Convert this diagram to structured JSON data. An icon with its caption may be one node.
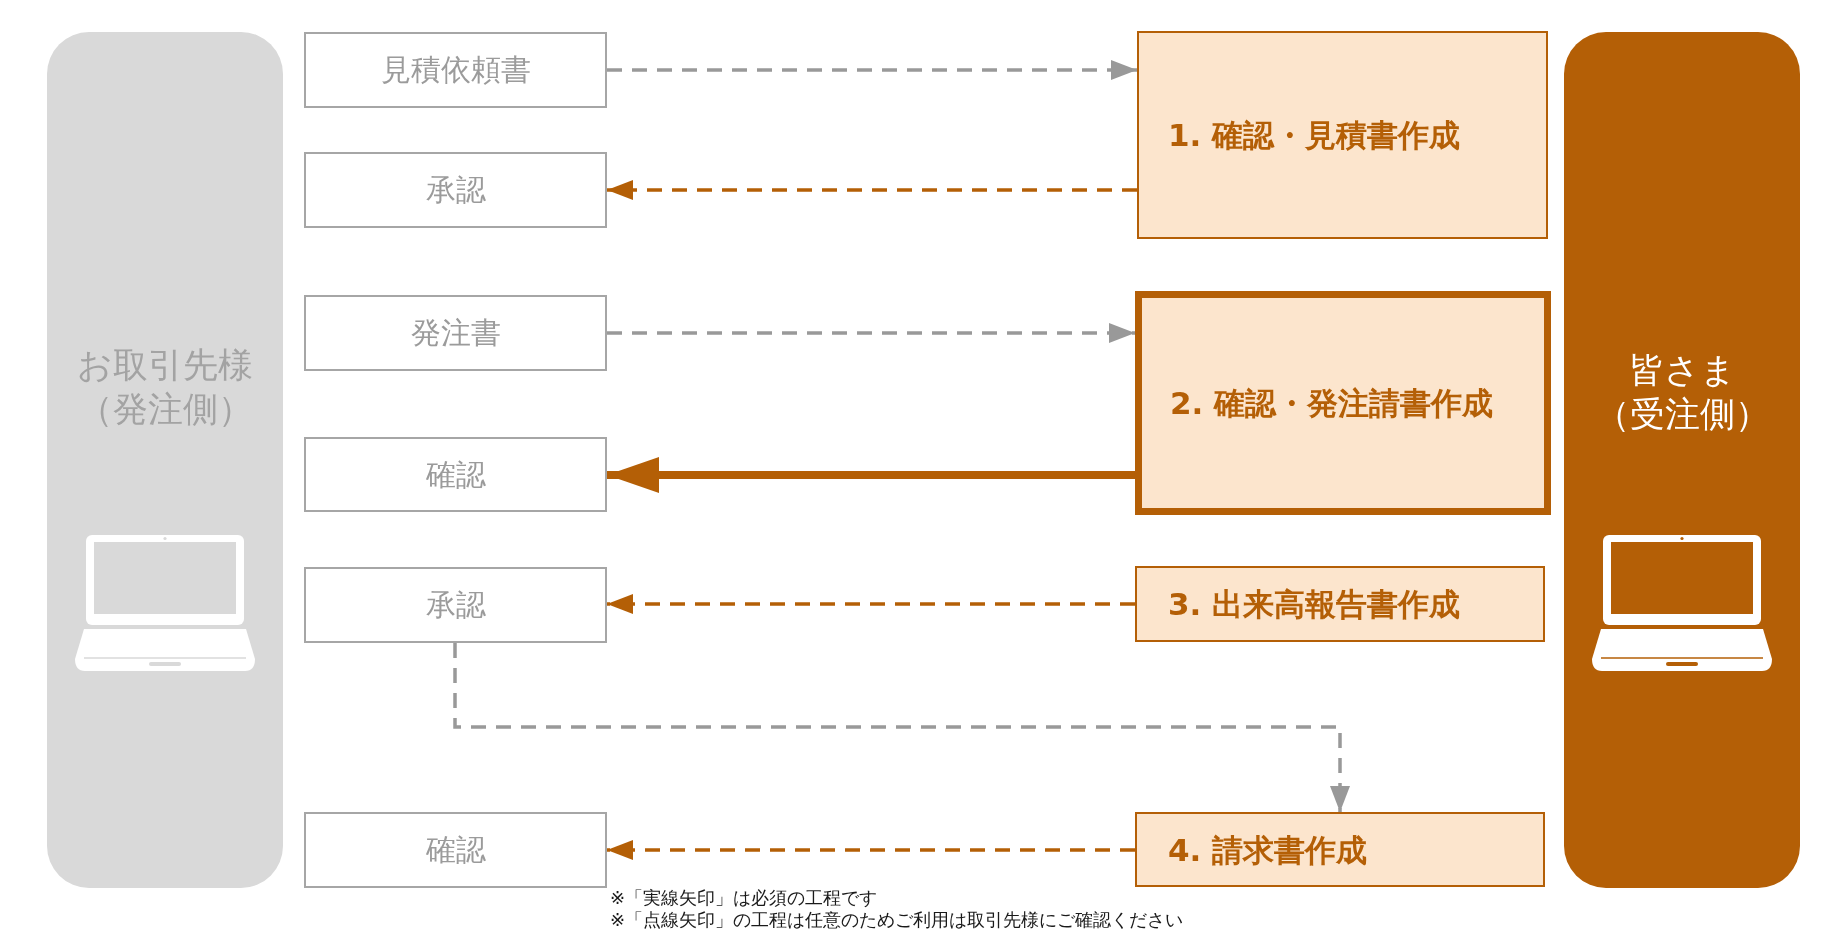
{
  "diagram": {
    "nodes": [
      {
        "text": [
          "お取引先様",
          "（発注側）"
        ]
      },
      {
        "text": [
          "見積依頼書"
        ]
      },
      {
        "text": [
          "承認"
        ]
      },
      {
        "text": [
          "発注書"
        ]
      },
      {
        "text": [
          "確認"
        ]
      },
      {
        "text": [
          "承認"
        ]
      },
      {
        "text": [
          "確認"
        ]
      },
      {
        "text": [
          "1. 確認・見積書作成"
        ]
      },
      {
        "text": [
          "2. 確認・発注請書作成"
        ]
      },
      {
        "text": [
          "3. 出来高報告書作成"
        ]
      },
      {
        "text": [
          "4. 請求書作成"
        ]
      },
      {
        "text": [
          "皆さま",
          "（受注側）"
        ]
      }
    ],
    "edges": [
      {
        "from": 1,
        "to": 7,
        "arrow": "to",
        "style": "dashed",
        "color": "#999999"
      },
      {
        "from": 7,
        "to": 2,
        "arrow": "to",
        "style": "dashed"
      },
      {
        "from": 3,
        "to": 8,
        "arrow": "to",
        "style": "dashed",
        "color": "#999999"
      },
      {
        "from": 8,
        "to": 4,
        "arrow": "to",
        "style": "thick"
      },
      {
        "from": 9,
        "to": 5,
        "arrow": "to",
        "style": "dashed"
      },
      {
        "from": 5,
        "to": 10,
        "arrow": "to",
        "style": "dashed",
        "color": "#999999"
      },
      {
        "from": 10,
        "to": 6,
        "arrow": "to",
        "style": "dashed"
      }
    ],
    "labels": [
      "※「実線矢印」は必須の工程です",
      "※「点線矢印」の工程は任意のためご利用は取引先様にご確認ください"
    ]
  }
}
